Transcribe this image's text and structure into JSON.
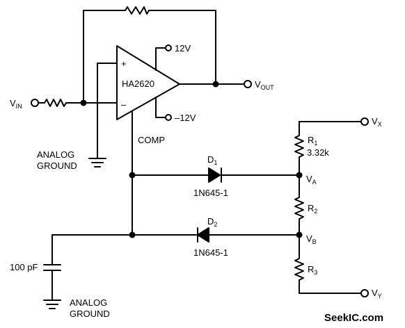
{
  "opamp": {
    "part": "HA2620",
    "plus": "+",
    "minus": "–",
    "pos_supply": "12V",
    "neg_supply": "–12V",
    "comp": "COMP"
  },
  "vin": {
    "base": "V",
    "sub": "IN"
  },
  "vout": {
    "base": "V",
    "sub": "OUT"
  },
  "vx": {
    "base": "V",
    "sub": "X"
  },
  "vy": {
    "base": "V",
    "sub": "Y"
  },
  "va": {
    "base": "V",
    "sub": "A"
  },
  "vb": {
    "base": "V",
    "sub": "B"
  },
  "d1": {
    "base": "D",
    "sub": "1",
    "part": "1N645-1"
  },
  "d2": {
    "base": "D",
    "sub": "2",
    "part": "1N645-1"
  },
  "r1": {
    "base": "R",
    "sub": "1",
    "value": "3.32k"
  },
  "r2": {
    "base": "R",
    "sub": "2"
  },
  "r3": {
    "base": "R",
    "sub": "3"
  },
  "capacitor": {
    "value": "100 pF"
  },
  "ground_top": {
    "line1": "ANALOG",
    "line2": "GROUND"
  },
  "ground_bottom": {
    "line1": "ANALOG",
    "line2": "GROUND"
  },
  "watermark": "SeekIC.com"
}
